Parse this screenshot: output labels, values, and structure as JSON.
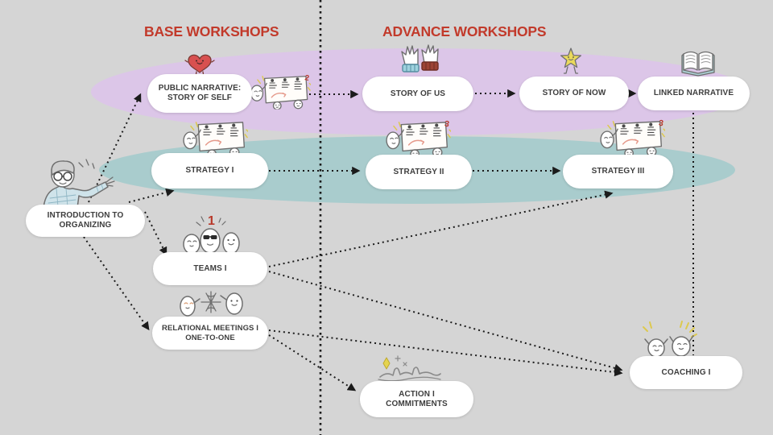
{
  "headers": {
    "base": "BASE WORKSHOPS",
    "advance": "ADVANCE WORKSHOPS"
  },
  "nodes": {
    "intro": {
      "line1": "INTRODUCTION TO",
      "line2": "ORGANIZING"
    },
    "public_narrative": {
      "line1": "PUBLIC NARRATIVE:",
      "line2": "STORY OF SELF"
    },
    "story_of_us": {
      "line1": "STORY OF US",
      "line2": ""
    },
    "story_of_now": {
      "line1": "STORY OF NOW",
      "line2": ""
    },
    "linked_narrative": {
      "line1": "LINKED NARRATIVE",
      "line2": ""
    },
    "strategy_1": {
      "line1": "STRATEGY I",
      "line2": ""
    },
    "strategy_2": {
      "line1": "STRATEGY II",
      "line2": ""
    },
    "strategy_3": {
      "line1": "STRATEGY III",
      "line2": ""
    },
    "teams_1": {
      "line1": "TEAMS I",
      "line2": ""
    },
    "relational_meetings": {
      "line1": "RELATIONAL MEETINGS I",
      "line2": "ONE-TO-ONE"
    },
    "action_1": {
      "line1": "ACTION I",
      "line2": "COMMITMENTS"
    },
    "coaching_1": {
      "line1": "COACHING I",
      "line2": ""
    }
  },
  "badges": {
    "public_narrative_flipchart": "2",
    "strategy_2_flipchart": "3",
    "strategy_3_flipchart": "3",
    "teams_number": "1"
  },
  "icons": {
    "person_organizer": "man with glasses and plaid shirt pointing right",
    "heart_character": "red heart with face and legs",
    "flipchart_team": "flip chart with presenter and two helpers",
    "mitten_hands": "two high-five hands with striped cuffs",
    "star_character": "yellow star with face and legs",
    "open_book": "open book with teal cover",
    "team_trio": "three doodle people, middle with sunglasses",
    "relational_pair": "two doodle people around a snowflake link",
    "action_hands": "raised hands with sparkles",
    "coaching_pair": "two cheering doodle people with rays"
  },
  "colors": {
    "background": "#d5d5d5",
    "heading_red": "#c23a2b",
    "narrative_band": "#dcc6e8",
    "strategy_band": "#a9cccd",
    "pill": "#ffffff",
    "text": "#3e3e3e",
    "line": "#1b1b1b",
    "heart_red": "#d85050",
    "star_yellow": "#ead95c",
    "number_red": "#b8392b"
  },
  "connections": [
    {
      "from": "introduction-to-organizing",
      "to": "public-narrative-story-of-self"
    },
    {
      "from": "introduction-to-organizing",
      "to": "strategy-i"
    },
    {
      "from": "introduction-to-organizing",
      "to": "teams-i"
    },
    {
      "from": "introduction-to-organizing",
      "to": "relational-meetings-i-one-to-one"
    },
    {
      "from": "public-narrative-story-of-self",
      "to": "story-of-us"
    },
    {
      "from": "story-of-us",
      "to": "story-of-now"
    },
    {
      "from": "story-of-now",
      "to": "linked-narrative"
    },
    {
      "from": "strategy-i",
      "to": "strategy-ii"
    },
    {
      "from": "strategy-ii",
      "to": "strategy-iii"
    },
    {
      "from": "teams-i",
      "to": "strategy-iii"
    },
    {
      "from": "teams-i",
      "to": "coaching-i"
    },
    {
      "from": "relational-meetings-i-one-to-one",
      "to": "coaching-i"
    },
    {
      "from": "relational-meetings-i-one-to-one",
      "to": "action-i-commitments"
    },
    {
      "from": "linked-narrative",
      "to": "coaching-i"
    }
  ]
}
